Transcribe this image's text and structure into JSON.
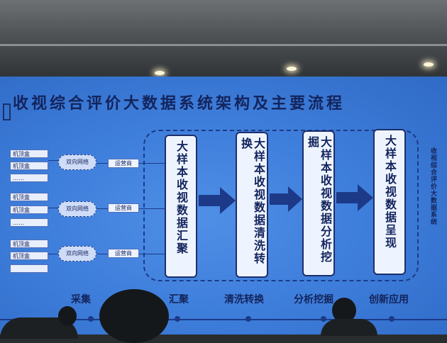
{
  "slide": {
    "title": "收视综合评价大数据系统架构及主要流程",
    "side_label": "收视综合评价大数据系统",
    "sources": [
      {
        "boxes": [
          "机顶盒",
          "机顶盒",
          "……"
        ],
        "cloud": "双向网络",
        "operator": "运营商"
      },
      {
        "boxes": [
          "机顶盒",
          "机顶盒",
          "……"
        ],
        "cloud": "双向网络",
        "operator": "运营商"
      },
      {
        "boxes": [
          "机顶盒",
          "机顶盒",
          ""
        ],
        "cloud": "双向网络",
        "operator": "运营商"
      }
    ],
    "stages": [
      "大样本收视数据汇聚",
      "大样本收视数据清洗转换",
      "大样本收视数据分析挖掘",
      "大样本收视数据呈现"
    ],
    "phases": [
      "采集",
      "汇聚",
      "清洗转换",
      "分析挖掘",
      "创新应用"
    ],
    "colors": {
      "screen": "#3f7fdc",
      "text": "#13245c",
      "arrow": "#1c3a88"
    }
  }
}
